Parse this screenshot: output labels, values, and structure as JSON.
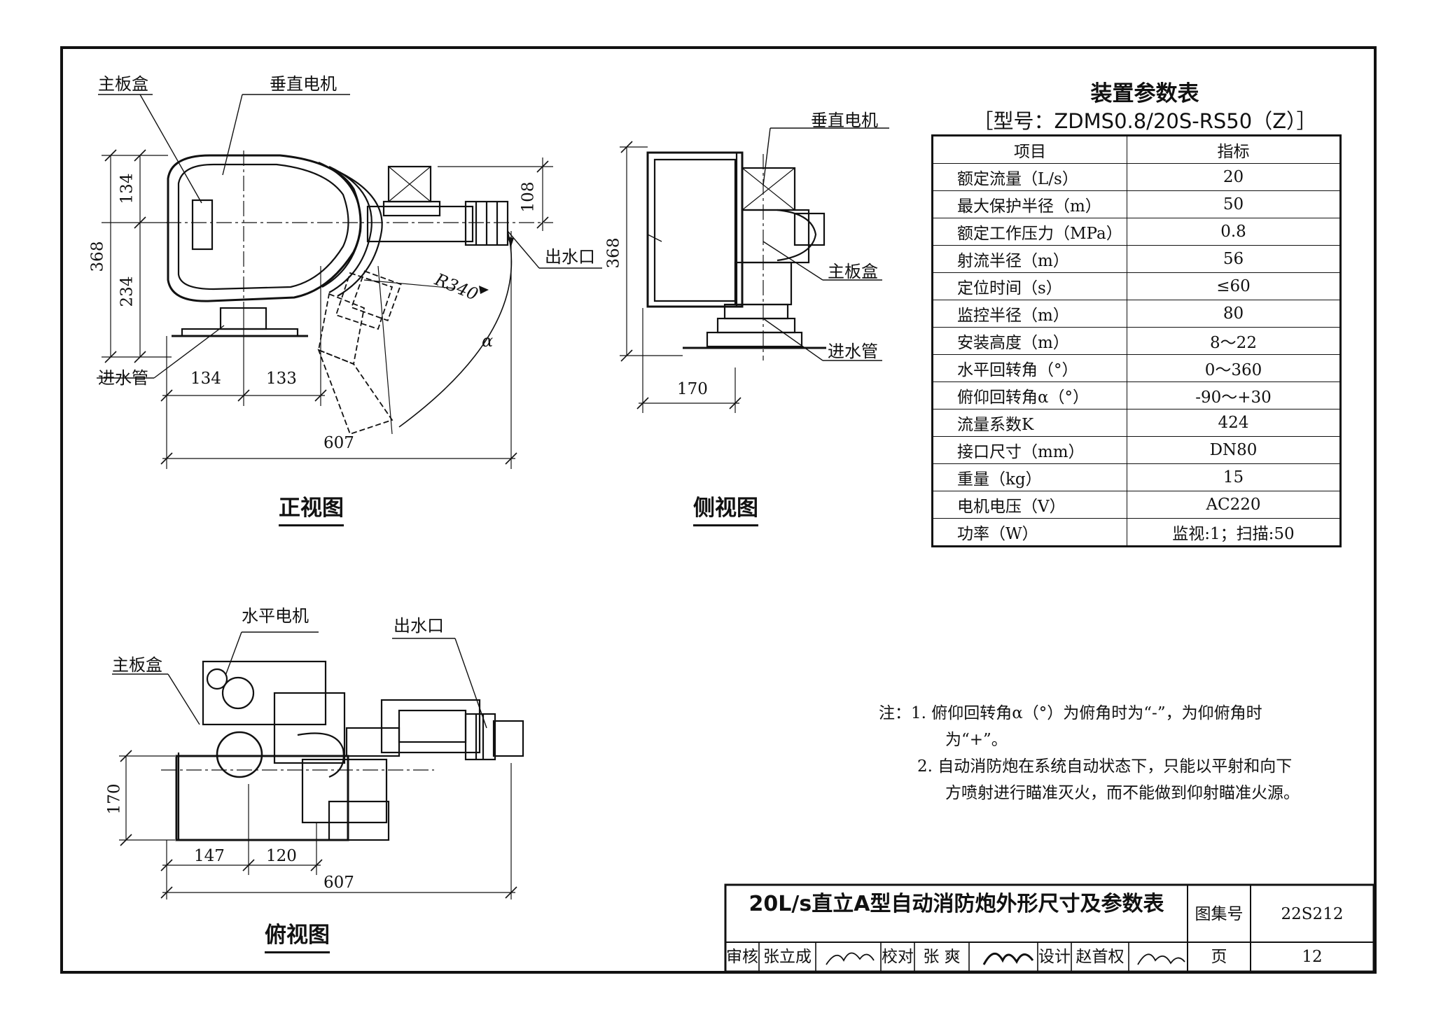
{
  "front_view": {
    "title": "正视图",
    "labels": {
      "main_board_box": "主板盒",
      "vertical_motor": "垂直电机",
      "outlet": "出水口",
      "inlet_pipe": "进水管",
      "radius": "R340",
      "angle": "α"
    },
    "dims": {
      "h_134": "134",
      "h_234": "234",
      "h_368": "368",
      "h_108": "108",
      "w_134": "134",
      "w_133": "133",
      "w_607": "607"
    }
  },
  "side_view": {
    "title": "侧视图",
    "labels": {
      "vertical_motor": "垂直电机",
      "main_board_box": "主板盒",
      "inlet_pipe": "进水管"
    },
    "dims": {
      "h_368": "368",
      "w_170": "170"
    }
  },
  "top_view": {
    "title": "俯视图",
    "labels": {
      "horizontal_motor": "水平电机",
      "outlet": "出水口",
      "main_board_box": "主板盒"
    },
    "dims": {
      "h_170": "170",
      "w_147": "147",
      "w_120": "120",
      "w_607": "607"
    }
  },
  "params": {
    "title": "装置参数表",
    "model": "［型号：ZDMS0.8/20S-RS50（Z）］",
    "header": {
      "item": "项目",
      "value": "指标"
    },
    "rows": [
      {
        "item": "额定流量（L/s）",
        "value": "20"
      },
      {
        "item": "最大保护半径（m）",
        "value": "50"
      },
      {
        "item": "额定工作压力（MPa）",
        "value": "0.8"
      },
      {
        "item": "射流半径（m）",
        "value": "56"
      },
      {
        "item": "定位时间（s）",
        "value": "≤60"
      },
      {
        "item": "监控半径（m）",
        "value": "80"
      },
      {
        "item": "安装高度（m）",
        "value": "8～22"
      },
      {
        "item": "水平回转角（°）",
        "value": "0～360"
      },
      {
        "item": "俯仰回转角α（°）",
        "value": "-90～+30"
      },
      {
        "item": "流量系数K",
        "value": "424"
      },
      {
        "item": "接口尺寸（mm）",
        "value": "DN80"
      },
      {
        "item": "重量（kg）",
        "value": "15"
      },
      {
        "item": "电机电压（V）",
        "value": "AC220"
      },
      {
        "item": "功率（W）",
        "value": "监视:1；扫描:50"
      }
    ]
  },
  "notes": {
    "prefix": "注：",
    "line1": "1. 俯仰回转角α（°）为俯角时为“-”，为仰俯角时",
    "line2": "为“+”。",
    "line3": "2. 自动消防炮在系统自动状态下，只能以平射和向下",
    "line4": "方喷射进行瞄准灭火，而不能做到仰射瞄准火源。"
  },
  "title_block": {
    "drawing_title": "20L/s直立A型自动消防炮外形尺寸及参数表",
    "atlas_label": "图集号",
    "atlas_no": "22S212",
    "page_label": "页",
    "page_no": "12",
    "review_label": "审核",
    "reviewer": "张立成",
    "check_label": "校对",
    "checker": "张 爽",
    "design_label": "设计",
    "designer": "赵首权"
  }
}
